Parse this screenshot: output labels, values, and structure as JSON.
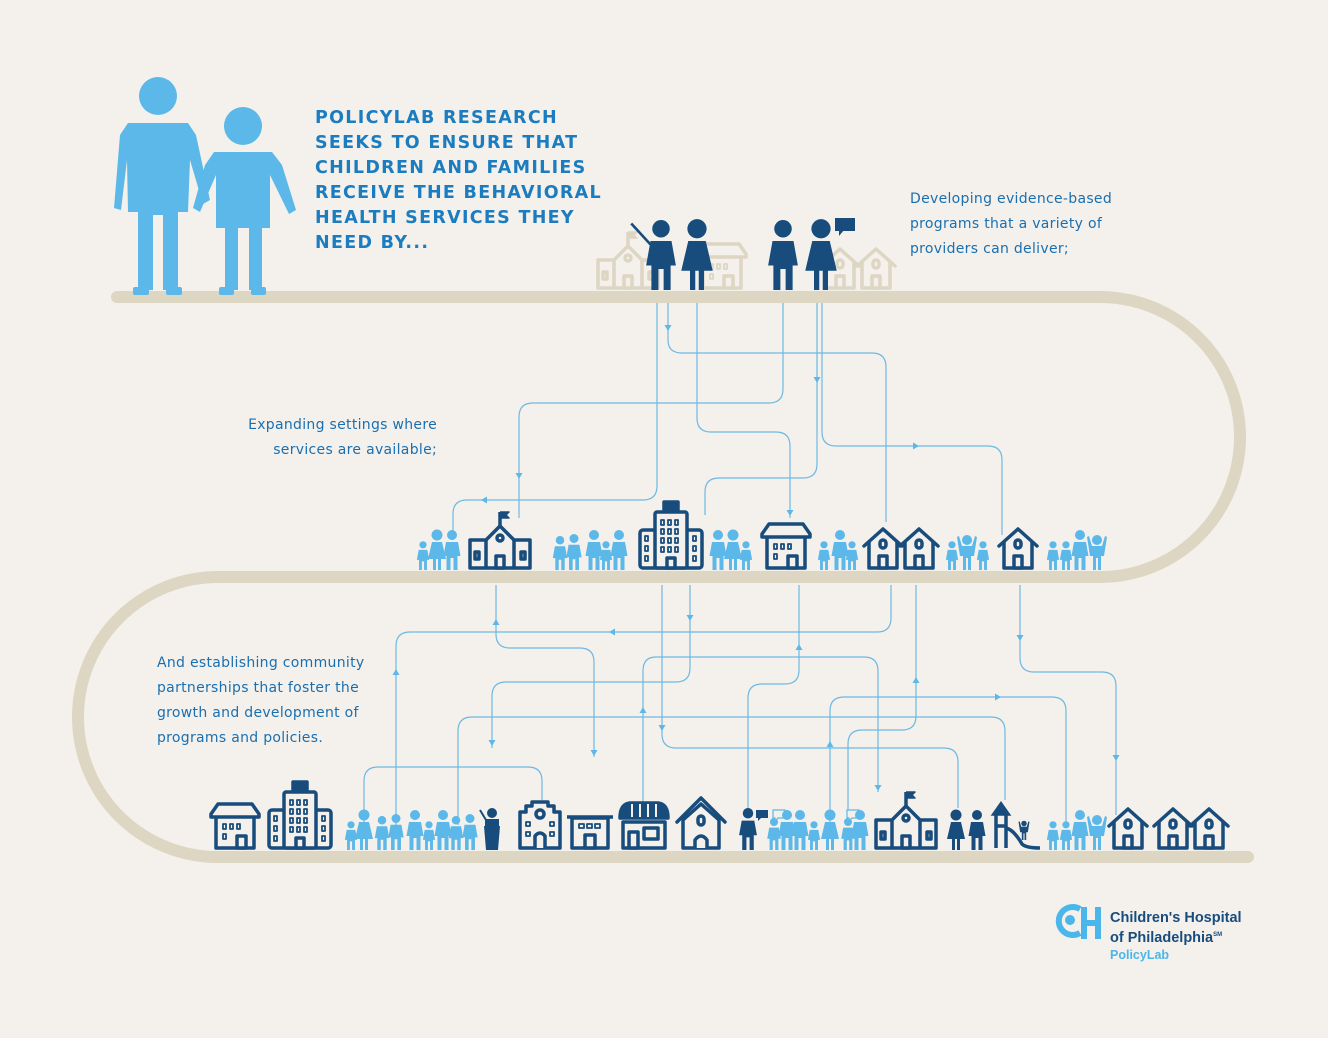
{
  "headline": {
    "lines": [
      "POLICYLAB RESEARCH",
      "SEEKS TO ENSURE THAT",
      "CHILDREN AND FAMILIES",
      "RECEIVE THE BEHAVIORAL",
      "HEALTH SERVICES THEY",
      "NEED BY..."
    ]
  },
  "captions": {
    "developing": [
      "Developing evidence-based",
      "programs that a variety of",
      "providers can deliver;"
    ],
    "expanding": [
      "Expanding settings where",
      "services are available;"
    ],
    "establishing": [
      "And establishing community",
      "partnerships that foster the",
      "growth and development of",
      "programs and policies."
    ]
  },
  "logo": {
    "name_line1": "Children's Hospital",
    "name_line2": "of Philadelphia",
    "trademark": "SM",
    "sub": "PolicyLab"
  },
  "colors": {
    "background": "#f4f1ec",
    "road": "#ddd6c3",
    "navy": "#174c7d",
    "light_blue": "#5bb8e8",
    "text_blue": "#1b7cc0",
    "connector": "#6cb9e2"
  }
}
